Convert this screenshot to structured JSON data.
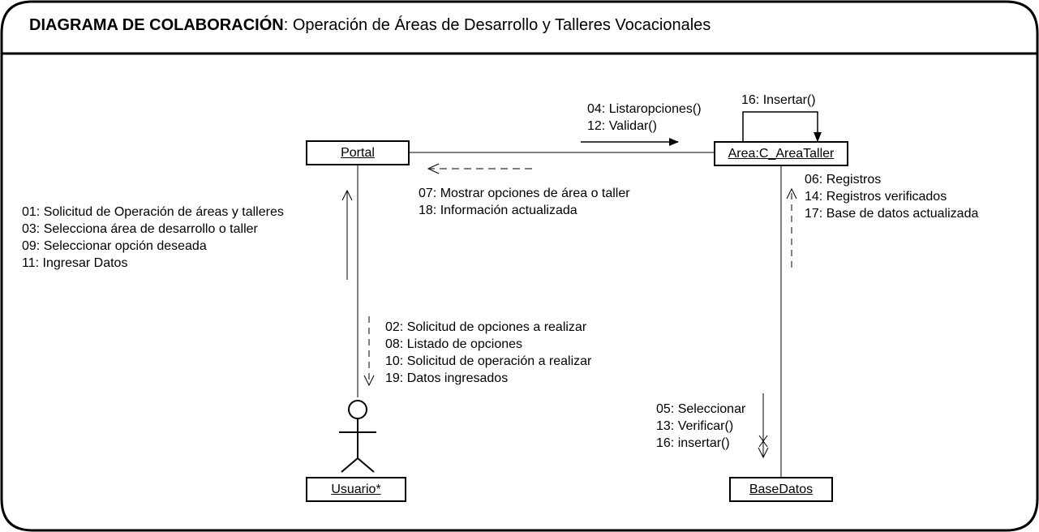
{
  "header": {
    "bold_title": "DIAGRAMA DE COLABORACIÓN",
    "subtitle": ": Operación de Áreas de Desarrollo y Talleres Vocacionales"
  },
  "objects": {
    "portal": "Portal",
    "area": "Area:C_AreaTaller",
    "usuario": "Usuario*",
    "basedatos": "BaseDatos"
  },
  "messages": {
    "self_area": [
      "16: Insertar()"
    ],
    "portal_to_area": [
      "04: Listaropciones()",
      "12: Validar()"
    ],
    "area_to_portal": [
      "07: Mostrar opciones de área o taller",
      "18: Información actualizada"
    ],
    "usuario_to_portal": [
      "01: Solicitud de Operación de áreas y talleres",
      "03: Selecciona área de desarrollo o taller",
      "09: Seleccionar opción deseada",
      "11: Ingresar Datos"
    ],
    "portal_to_usuario": [
      "02: Solicitud de opciones a realizar",
      "08: Listado de opciones",
      "10: Solicitud de operación a realizar",
      "19: Datos ingresados"
    ],
    "basedatos_to_area": [
      "06: Registros",
      "14: Registros verificados",
      "17: Base de datos actualizada"
    ],
    "area_to_basedatos": [
      "05: Seleccionar",
      "13: Verificar()",
      "16: insertar()"
    ]
  }
}
